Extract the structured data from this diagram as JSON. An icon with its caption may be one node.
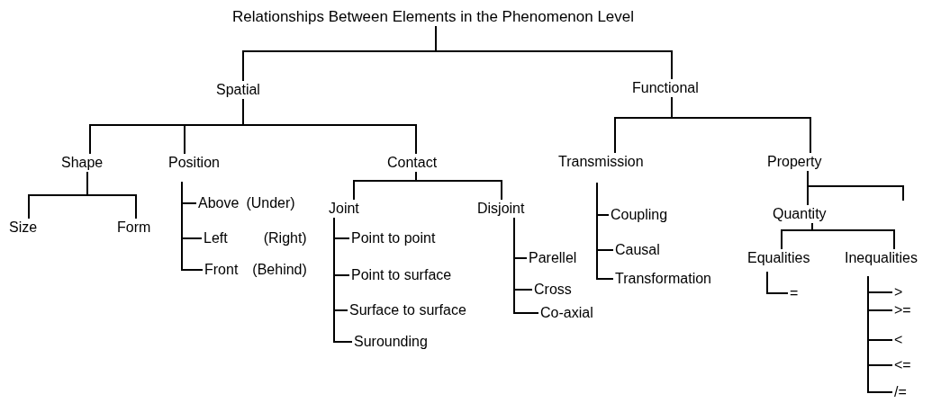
{
  "diagram": {
    "nodes": [
      {
        "text": [
          "Relationships Between Elements in the Phenomenon Level"
        ]
      },
      {
        "text": [
          "Spatial"
        ]
      },
      {
        "text": [
          "Functional"
        ]
      },
      {
        "text": [
          "Shape"
        ]
      },
      {
        "text": [
          "Position"
        ]
      },
      {
        "text": [
          "Contact"
        ]
      },
      {
        "text": [
          "Size"
        ]
      },
      {
        "text": [
          "Form"
        ]
      },
      {
        "text": [
          "Above",
          "(Under)"
        ]
      },
      {
        "text": [
          "Left",
          "(Right)"
        ]
      },
      {
        "text": [
          "Front",
          "(Behind)"
        ]
      },
      {
        "text": [
          "Joint"
        ]
      },
      {
        "text": [
          "Disjoint"
        ]
      },
      {
        "text": [
          "Point to point"
        ]
      },
      {
        "text": [
          "Point to surface"
        ]
      },
      {
        "text": [
          "Surface to surface"
        ]
      },
      {
        "text": [
          "Surounding"
        ]
      },
      {
        "text": [
          "Parellel"
        ]
      },
      {
        "text": [
          "Cross"
        ]
      },
      {
        "text": [
          "Co-axial"
        ]
      },
      {
        "text": [
          "Transmission"
        ]
      },
      {
        "text": [
          "Coupling"
        ]
      },
      {
        "text": [
          "Causal"
        ]
      },
      {
        "text": [
          "Transformation"
        ]
      },
      {
        "text": [
          "Property"
        ]
      },
      {
        "text": [
          "Quantity"
        ]
      },
      {
        "text": [
          "Equalities"
        ]
      },
      {
        "text": [
          "Inequalities"
        ]
      },
      {
        "text": [
          "="
        ]
      },
      {
        "text": [
          ">"
        ]
      },
      {
        "text": [
          ">="
        ]
      },
      {
        "text": [
          "<"
        ]
      },
      {
        "text": [
          "<="
        ]
      },
      {
        "text": [
          "/="
        ]
      }
    ],
    "edges": [
      {
        "from": 0,
        "to": 1,
        "arrow": "none"
      },
      {
        "from": 0,
        "to": 2,
        "arrow": "none"
      },
      {
        "from": 1,
        "to": 3,
        "arrow": "none"
      },
      {
        "from": 1,
        "to": 4,
        "arrow": "none"
      },
      {
        "from": 1,
        "to": 5,
        "arrow": "none"
      },
      {
        "from": 3,
        "to": 6,
        "arrow": "none"
      },
      {
        "from": 3,
        "to": 7,
        "arrow": "none"
      },
      {
        "from": 4,
        "to": 8,
        "arrow": "none"
      },
      {
        "from": 4,
        "to": 9,
        "arrow": "none"
      },
      {
        "from": 4,
        "to": 10,
        "arrow": "none"
      },
      {
        "from": 5,
        "to": 11,
        "arrow": "none"
      },
      {
        "from": 5,
        "to": 12,
        "arrow": "none"
      },
      {
        "from": 11,
        "to": 13,
        "arrow": "none"
      },
      {
        "from": 11,
        "to": 14,
        "arrow": "none"
      },
      {
        "from": 11,
        "to": 15,
        "arrow": "none"
      },
      {
        "from": 11,
        "to": 16,
        "arrow": "none"
      },
      {
        "from": 12,
        "to": 17,
        "arrow": "none"
      },
      {
        "from": 12,
        "to": 18,
        "arrow": "none"
      },
      {
        "from": 12,
        "to": 19,
        "arrow": "none"
      },
      {
        "from": 2,
        "to": 20,
        "arrow": "none"
      },
      {
        "from": 2,
        "to": 24,
        "arrow": "none"
      },
      {
        "from": 20,
        "to": 21,
        "arrow": "none"
      },
      {
        "from": 20,
        "to": 22,
        "arrow": "none"
      },
      {
        "from": 20,
        "to": 23,
        "arrow": "none"
      },
      {
        "from": 24,
        "to": 25,
        "arrow": "none"
      },
      {
        "from": 24,
        "to": null,
        "arrow": "none"
      },
      {
        "from": 25,
        "to": 26,
        "arrow": "none"
      },
      {
        "from": 25,
        "to": 27,
        "arrow": "none"
      },
      {
        "from": 26,
        "to": 28,
        "arrow": "none"
      },
      {
        "from": 27,
        "to": 29,
        "arrow": "none"
      },
      {
        "from": 27,
        "to": 30,
        "arrow": "none"
      },
      {
        "from": 27,
        "to": 31,
        "arrow": "none"
      },
      {
        "from": 27,
        "to": 32,
        "arrow": "none"
      },
      {
        "from": 27,
        "to": 33,
        "arrow": "none"
      }
    ]
  }
}
